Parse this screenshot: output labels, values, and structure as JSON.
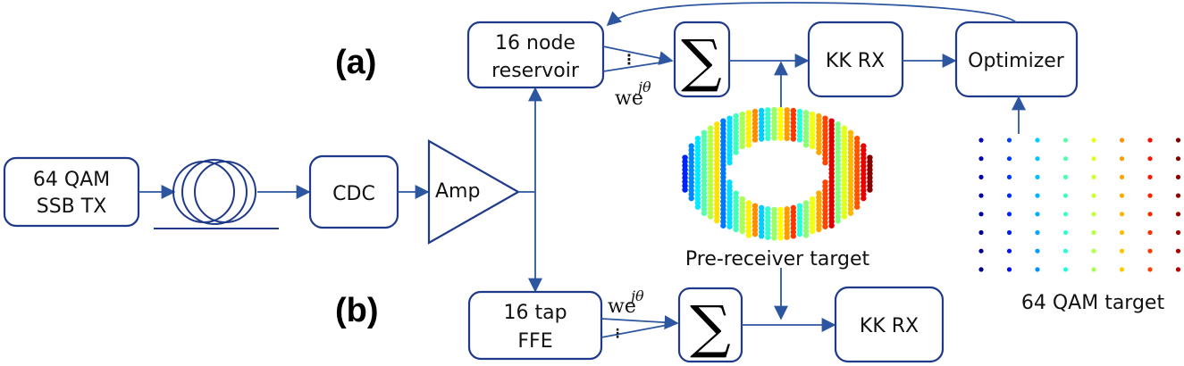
{
  "panels": {
    "a_label": "(a)",
    "b_label": "(b)"
  },
  "blocks": {
    "transmitter": {
      "line1": "64 QAM",
      "line2": "SSB  TX"
    },
    "cdc": "CDC",
    "amp": "Amp",
    "reservoir": {
      "line1": "16 node",
      "line2": "reservoir"
    },
    "ffe": {
      "line1": "16 tap",
      "line2": "FFE"
    },
    "sum_symbol": "∑",
    "kk_rx": "KK RX",
    "optimizer": "Optimizer"
  },
  "weights": {
    "base": "we",
    "exponent": "jθ",
    "dots": "⋮"
  },
  "targets": {
    "pre_receiver": "Pre-receiver target",
    "qam64": "64 QAM target"
  },
  "colors": {
    "box_stroke": "#1f3a8a",
    "wire": "#2d56a0"
  },
  "qam_grid": {
    "rows": 8,
    "cols": 8
  }
}
